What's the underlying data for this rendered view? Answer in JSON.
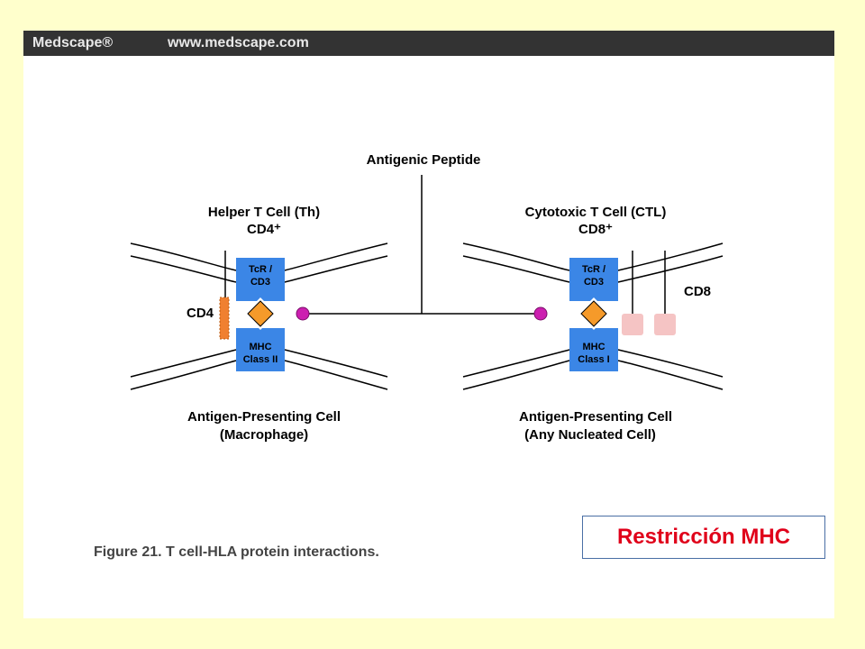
{
  "banner": {
    "brand": "Medscape®",
    "url": "www.medscape.com"
  },
  "diagram": {
    "antigenic_peptide": "Antigenic Peptide",
    "helper": {
      "title": "Helper T Cell (Th)",
      "marker": "CD4⁺",
      "tcr": [
        "TcR /",
        "CD3"
      ],
      "mhc": [
        "MHC",
        "Class II"
      ],
      "coreceptor": "CD4",
      "apc_title": "Antigen-Presenting Cell",
      "apc_sub": "(Macrophage)"
    },
    "cytotoxic": {
      "title": "Cytotoxic T Cell (CTL)",
      "marker": "CD8⁺",
      "tcr": [
        "TcR /",
        "CD3"
      ],
      "mhc": [
        "MHC",
        "Class I"
      ],
      "coreceptor": "CD8",
      "apc_title": "Antigen-Presenting Cell",
      "apc_sub": "(Any Nucleated Cell)"
    },
    "colors": {
      "receptor_blue": "#3b86e6",
      "antigen_orange": "#f59a2a",
      "peptide_magenta": "#cc1fb0",
      "cd8_pink": "#f5c4c4",
      "cd4_orange": "#f08030"
    }
  },
  "caption": "Figure 21.  T cell-HLA protein interactions.",
  "stamp": "Restricción MHC"
}
